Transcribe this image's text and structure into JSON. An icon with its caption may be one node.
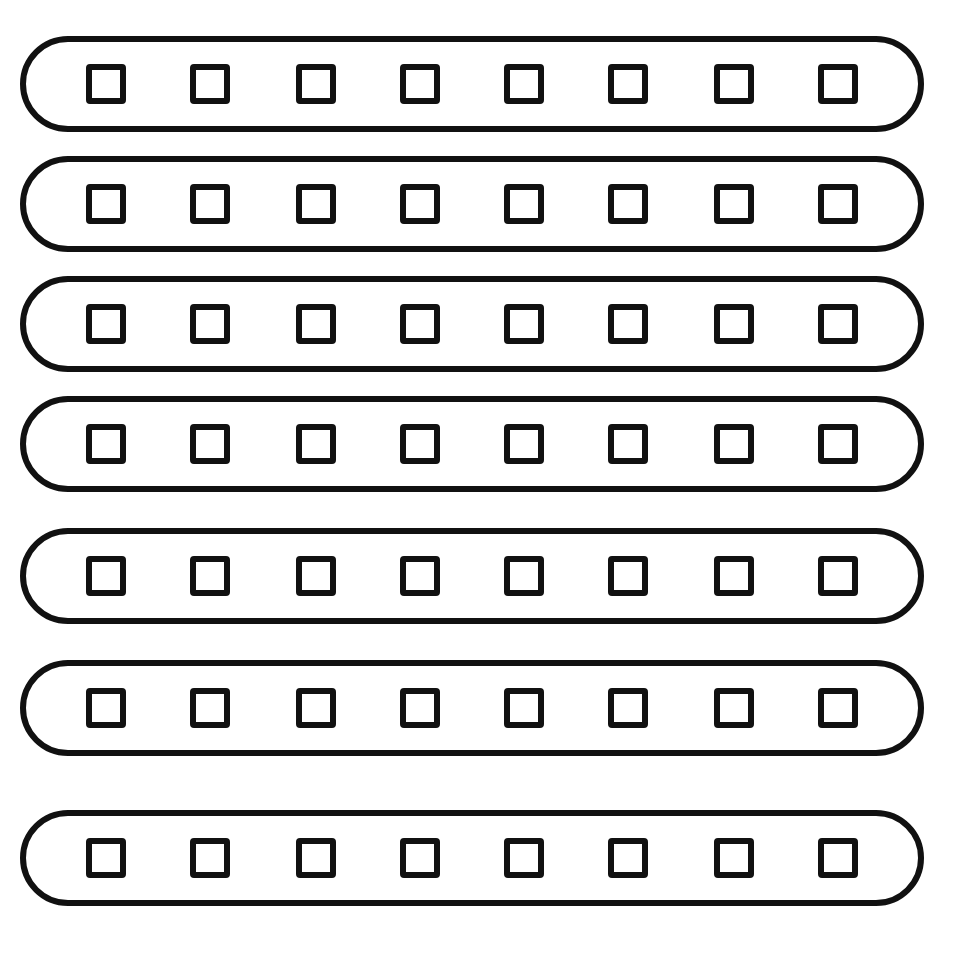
{
  "diagram": {
    "nodes": [
      {
        "text": [],
        "shape": "oval"
      },
      {
        "text": [],
        "shape": "box",
        "in": 0
      },
      {
        "text": [],
        "shape": "box",
        "in": 0
      },
      {
        "text": [],
        "shape": "box",
        "in": 0
      },
      {
        "text": [],
        "shape": "box",
        "in": 0
      },
      {
        "text": [],
        "shape": "box",
        "in": 0
      },
      {
        "text": [],
        "shape": "box",
        "in": 0
      },
      {
        "text": [],
        "shape": "box",
        "in": 0
      },
      {
        "text": [],
        "shape": "box",
        "in": 0
      },
      {
        "text": [],
        "shape": "oval"
      },
      {
        "text": [],
        "shape": "box",
        "in": 9
      },
      {
        "text": [],
        "shape": "box",
        "in": 9
      },
      {
        "text": [],
        "shape": "box",
        "in": 9
      },
      {
        "text": [],
        "shape": "box",
        "in": 9
      },
      {
        "text": [],
        "shape": "box",
        "in": 9
      },
      {
        "text": [],
        "shape": "box",
        "in": 9
      },
      {
        "text": [],
        "shape": "box",
        "in": 9
      },
      {
        "text": [],
        "shape": "box",
        "in": 9
      },
      {
        "text": [],
        "shape": "oval"
      },
      {
        "text": [],
        "shape": "box",
        "in": 18
      },
      {
        "text": [],
        "shape": "box",
        "in": 18
      },
      {
        "text": [],
        "shape": "box",
        "in": 18
      },
      {
        "text": [],
        "shape": "box",
        "in": 18
      },
      {
        "text": [],
        "shape": "box",
        "in": 18
      },
      {
        "text": [],
        "shape": "box",
        "in": 18
      },
      {
        "text": [],
        "shape": "box",
        "in": 18
      },
      {
        "text": [],
        "shape": "box",
        "in": 18
      },
      {
        "text": [],
        "shape": "oval"
      },
      {
        "text": [],
        "shape": "box",
        "in": 27
      },
      {
        "text": [],
        "shape": "box",
        "in": 27
      },
      {
        "text": [],
        "shape": "box",
        "in": 27
      },
      {
        "text": [],
        "shape": "box",
        "in": 27
      },
      {
        "text": [],
        "shape": "box",
        "in": 27
      },
      {
        "text": [],
        "shape": "box",
        "in": 27
      },
      {
        "text": [],
        "shape": "box",
        "in": 27
      },
      {
        "text": [],
        "shape": "box",
        "in": 27
      },
      {
        "text": [],
        "shape": "oval"
      },
      {
        "text": [],
        "shape": "box",
        "in": 36
      },
      {
        "text": [],
        "shape": "box",
        "in": 36
      },
      {
        "text": [],
        "shape": "box",
        "in": 36
      },
      {
        "text": [],
        "shape": "box",
        "in": 36
      },
      {
        "text": [],
        "shape": "box",
        "in": 36
      },
      {
        "text": [],
        "shape": "box",
        "in": 36
      },
      {
        "text": [],
        "shape": "box",
        "in": 36
      },
      {
        "text": [],
        "shape": "box",
        "in": 36
      },
      {
        "text": [],
        "shape": "oval"
      },
      {
        "text": [],
        "shape": "box",
        "in": 45
      },
      {
        "text": [],
        "shape": "box",
        "in": 45
      },
      {
        "text": [],
        "shape": "box",
        "in": 45
      },
      {
        "text": [],
        "shape": "box",
        "in": 45
      },
      {
        "text": [],
        "shape": "box",
        "in": 45
      },
      {
        "text": [],
        "shape": "box",
        "in": 45
      },
      {
        "text": [],
        "shape": "box",
        "in": 45
      },
      {
        "text": [],
        "shape": "box",
        "in": 45
      },
      {
        "text": [],
        "shape": "oval"
      },
      {
        "text": [],
        "shape": "box",
        "in": 54
      },
      {
        "text": [],
        "shape": "box",
        "in": 54
      },
      {
        "text": [],
        "shape": "box",
        "in": 54
      },
      {
        "text": [],
        "shape": "box",
        "in": 54
      },
      {
        "text": [],
        "shape": "box",
        "in": 54
      },
      {
        "text": [],
        "shape": "box",
        "in": 54
      },
      {
        "text": [],
        "shape": "box",
        "in": 54
      },
      {
        "text": [],
        "shape": "box",
        "in": 54
      }
    ]
  }
}
